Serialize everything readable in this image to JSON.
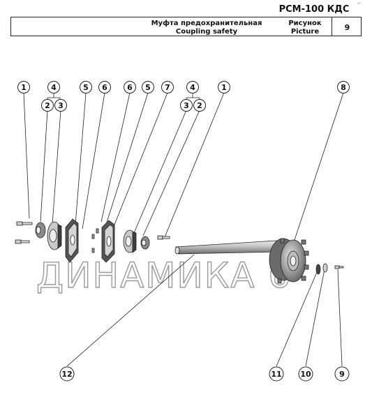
{
  "header": {
    "model": "РСМ-100 КДС",
    "caption_ru": "Муфта предохранительная",
    "caption_en": "Coupling safety",
    "picture_label_ru": "Рисунок",
    "picture_label_en": "Picture",
    "picture_number": "9",
    "corner_mark": "⌐"
  },
  "callouts": [
    "1",
    "2",
    "3",
    "4",
    "5",
    "6",
    "7",
    "8",
    "9",
    "10",
    "11",
    "12"
  ],
  "watermark": {
    "text": "ДИНАМИКА 6"
  },
  "colors": {
    "line": "#222222",
    "part_fill": "#d6d6d6",
    "part_dark": "#4a4a4a",
    "watermark": "#9a9a9a"
  }
}
